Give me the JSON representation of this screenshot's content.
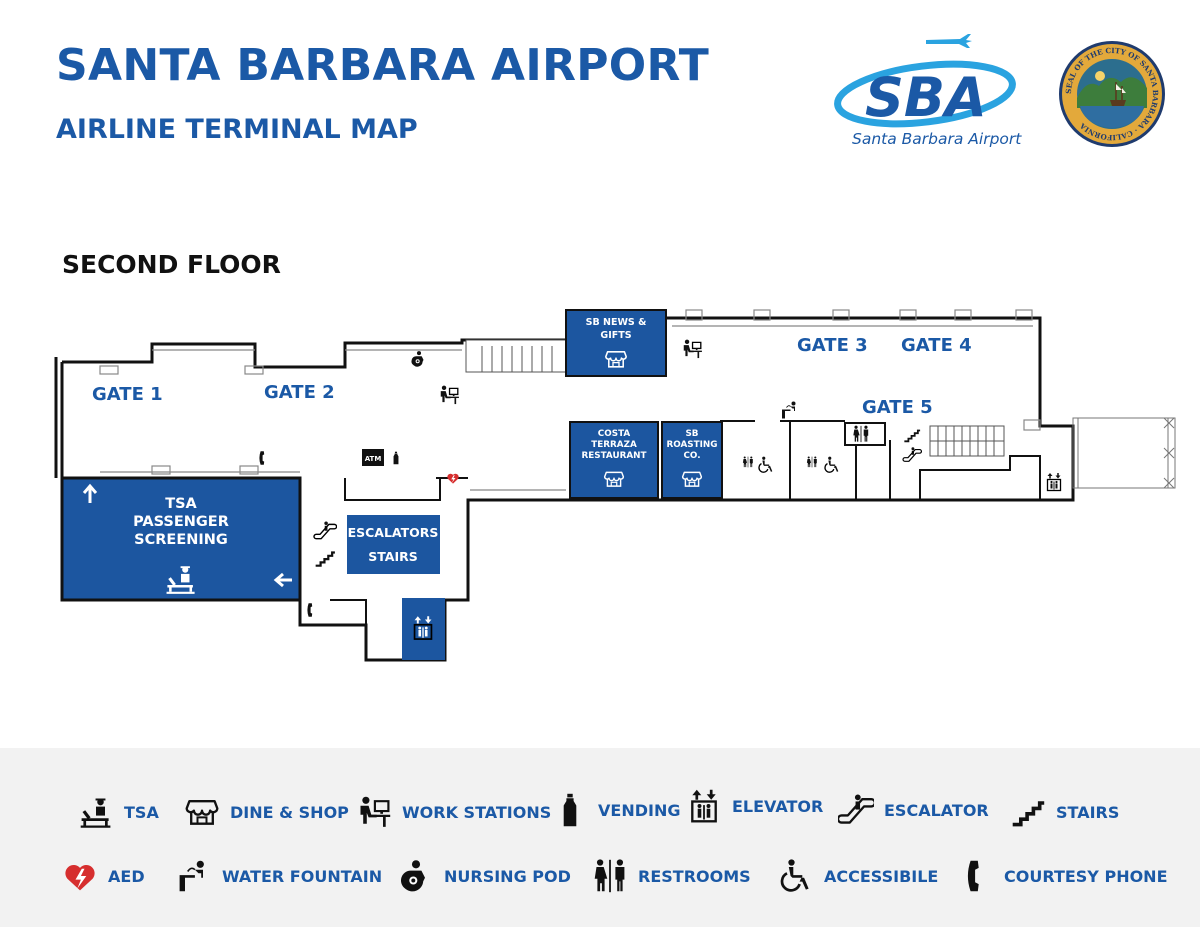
{
  "header": {
    "title": "SANTA BARBARA AIRPORT",
    "subtitle": "AIRLINE TERMINAL MAP",
    "logo_text": "SBA",
    "logo_caption": "Santa Barbara Airport",
    "seal_text": "SEAL OF THE CITY OF SANTA BARBARA · CALIFORNIA"
  },
  "floor_label": "SECOND FLOOR",
  "map": {
    "gates": [
      "GATE 1",
      "GATE 2",
      "GATE 3",
      "GATE 4",
      "GATE 5"
    ],
    "tsa": [
      "TSA",
      "PASSENGER",
      "SCREENING"
    ],
    "escalators_label": "ESCALATORS",
    "stairs_label": "STAIRS",
    "shops": {
      "news": [
        "SB NEWS &",
        "GIFTS"
      ],
      "costa": [
        "COSTA",
        "TERRAZA",
        "RESTAURANT"
      ],
      "roasting": [
        "SB",
        "ROASTING",
        "CO."
      ]
    },
    "atm": "ATM"
  },
  "legend": [
    {
      "icon": "tsa-icon",
      "label": "TSA"
    },
    {
      "icon": "dine-shop-icon",
      "label": "DINE & SHOP"
    },
    {
      "icon": "work-station-icon",
      "label": "WORK STATIONS"
    },
    {
      "icon": "vending-icon",
      "label": "VENDING"
    },
    {
      "icon": "elevator-icon",
      "label": "ELEVATOR"
    },
    {
      "icon": "escalator-icon",
      "label": "ESCALATOR"
    },
    {
      "icon": "stairs-icon",
      "label": "STAIRS"
    },
    {
      "icon": "aed-icon",
      "label": "AED"
    },
    {
      "icon": "water-fountain-icon",
      "label": "WATER FOUNTAIN"
    },
    {
      "icon": "nursing-pod-icon",
      "label": "NURSING POD"
    },
    {
      "icon": "restrooms-icon",
      "label": "RESTROOMS"
    },
    {
      "icon": "accessible-icon",
      "label": "ACCESSIBILE"
    },
    {
      "icon": "courtesy-phone-icon",
      "label": "COURTESY PHONE"
    }
  ],
  "colors": {
    "brand_blue": "#1b59a6",
    "area_blue": "#1c56a0",
    "aed_red": "#d62e2e",
    "wall": "#111111",
    "legend_bg": "#f2f2f2"
  }
}
